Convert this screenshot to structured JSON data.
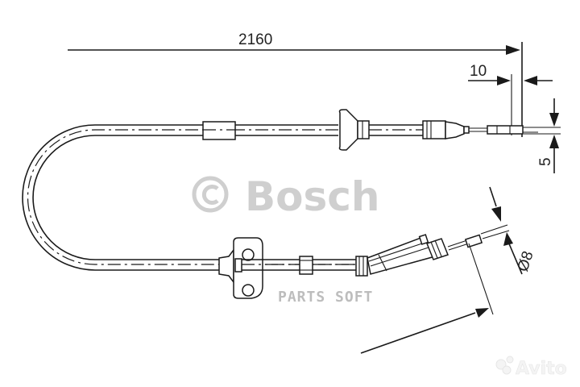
{
  "drawing": {
    "subject": "parking brake cable technical drawing",
    "dimensions": {
      "total_length": "2160",
      "end_fitting_length": "10",
      "end_diameter": "5",
      "sleeve_diameter": "Ø8"
    }
  },
  "watermarks": {
    "copyright_symbol": "©",
    "brand": "Bosch",
    "parts_soft": "PARTS SOFT",
    "avito": "Avito"
  },
  "colors": {
    "line": "#1a1a1a",
    "watermark": "#cfcfcf",
    "background": "#ffffff"
  }
}
